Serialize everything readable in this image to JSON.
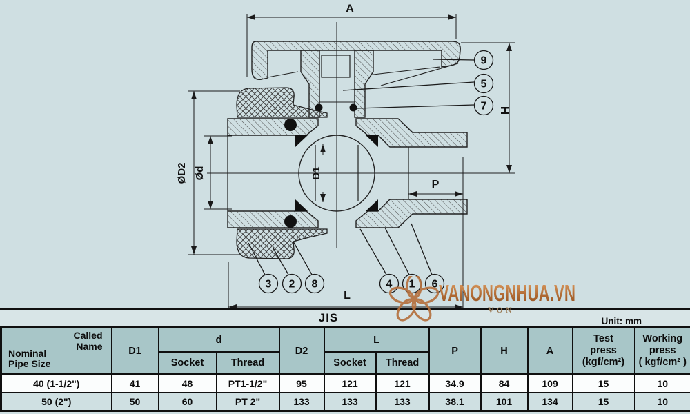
{
  "diagram": {
    "dim_a": "A",
    "dim_h": "H",
    "dim_p": "P",
    "dim_l": "L",
    "dim_d1": "D1",
    "dim_od": "Ød",
    "dim_od2": "ØD2",
    "callouts": [
      "9",
      "5",
      "7",
      "3",
      "2",
      "8",
      "4",
      "1",
      "6"
    ]
  },
  "watermark": {
    "brand": "VANONGNHUA.VN",
    "subtext": "VON"
  },
  "table": {
    "standard": "JIS",
    "unit_label": "Unit: mm",
    "header": {
      "nominal": "Nominal\nPipe Size",
      "called": "Called\nName",
      "d1": "D1",
      "d": "d",
      "d2": "D2",
      "l": "L",
      "p": "P",
      "h": "H",
      "a": "A",
      "socket": "Socket",
      "thread": "Thread",
      "test": "Test\npress\n(kgf/cm²)",
      "working": "Working\npress\n( kgf/cm² )"
    },
    "rows": [
      {
        "size": "40 (1-1/2\")",
        "d1": "41",
        "d_socket": "48",
        "d_thread": "PT1-1/2\"",
        "d2": "95",
        "l_socket": "121",
        "l_thread": "121",
        "p": "34.9",
        "h": "84",
        "a": "109",
        "test": "15",
        "working": "10"
      },
      {
        "size": "50 (2\")",
        "d1": "50",
        "d_socket": "60",
        "d_thread": "PT 2\"",
        "d2": "133",
        "l_socket": "133",
        "l_thread": "133",
        "p": "38.1",
        "h": "101",
        "a": "134",
        "test": "15",
        "working": "10"
      }
    ]
  },
  "colors": {
    "page_bg": "#cfdfe2",
    "header_bg": "#a8c6c8",
    "alt_row_bg": "#cfe0e2",
    "copper": "#b5713f",
    "line": "#222222"
  }
}
